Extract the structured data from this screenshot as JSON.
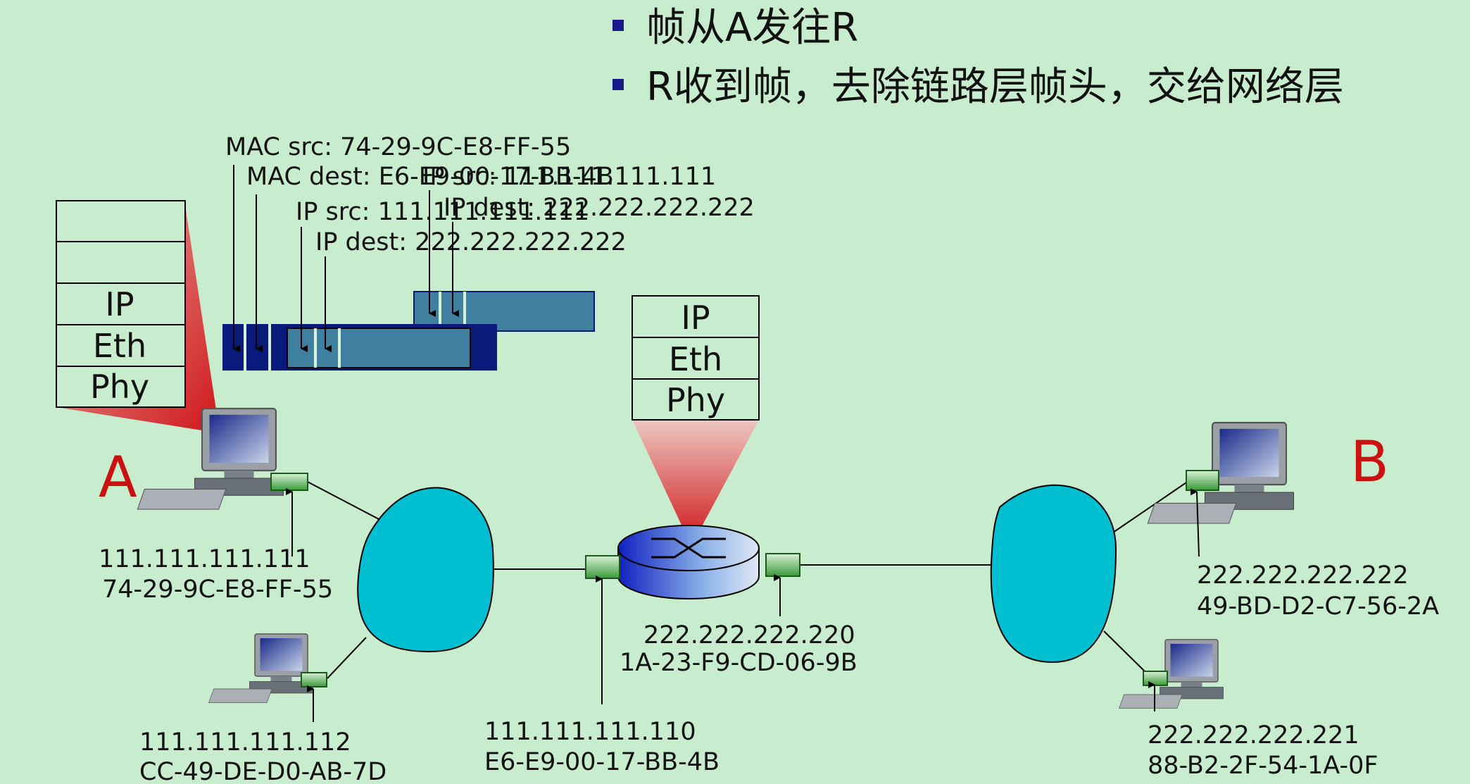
{
  "bullets": [
    "帧从A发往R",
    "R收到帧，去除链路层帧头，交给网络层"
  ],
  "frame_labels": {
    "mac_src": "MAC src: 74-29-9C-E8-FF-55",
    "mac_dest": "MAC dest: E6-E9-00-17-BB-4B",
    "ip_src": "IP src: 111.111.111.111",
    "ip_dest": "IP dest: 222.222.222.222"
  },
  "datagram_labels": {
    "ip_src": "IP src: 111.111.111.111",
    "ip_dest": "IP dest: 222.222.222.222"
  },
  "host_stack": [
    "",
    "",
    "IP",
    "Eth",
    "Phy"
  ],
  "router_stack": [
    "IP",
    "Eth",
    "Phy"
  ],
  "hosts": {
    "A": {
      "letter": "A",
      "ip": "111.111.111.111",
      "mac": "74-29-9C-E8-FF-55"
    },
    "A2": {
      "ip": "111.111.111.112",
      "mac": "CC-49-DE-D0-AB-7D"
    },
    "B": {
      "letter": "B",
      "ip": "222.222.222.222",
      "mac": "49-BD-D2-C7-56-2A"
    },
    "B2": {
      "ip": "222.222.222.221",
      "mac": "88-B2-2F-54-1A-0F"
    }
  },
  "router": {
    "left_if": {
      "ip": "111.111.111.110",
      "mac": "E6-E9-00-17-BB-4B"
    },
    "right_if": {
      "ip": "222.222.222.220",
      "mac": "1A-23-F9-CD-06-9B"
    }
  },
  "colors": {
    "background": "#c8ecce",
    "frame_outer": "#0a1a7a",
    "frame_inner": "#3f7fa0",
    "cloud": "#00bfd0",
    "host_letter": "#cc1111",
    "nic": "#3a9a3a",
    "bullet": "#1a1a8a"
  }
}
